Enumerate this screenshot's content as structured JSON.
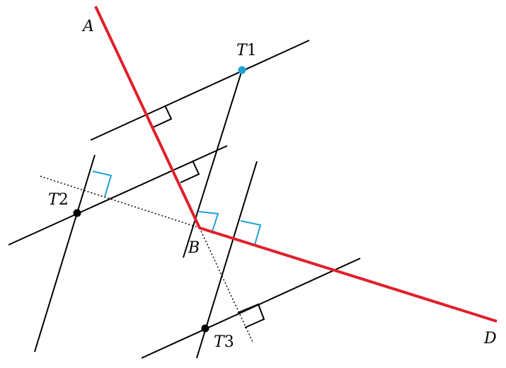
{
  "labels": {
    "a": "A",
    "b": "B",
    "d": "D",
    "t1_italic": "T",
    "t1_num": "1",
    "t2_italic": "T",
    "t2_num": "2",
    "t3_italic": "T",
    "t3_num": "3"
  },
  "colors": {
    "path": "#e0202a",
    "line": "#000000",
    "highlight": "#1ea0d8",
    "point_t1": "#1ea0d8",
    "point": "#000000"
  }
}
